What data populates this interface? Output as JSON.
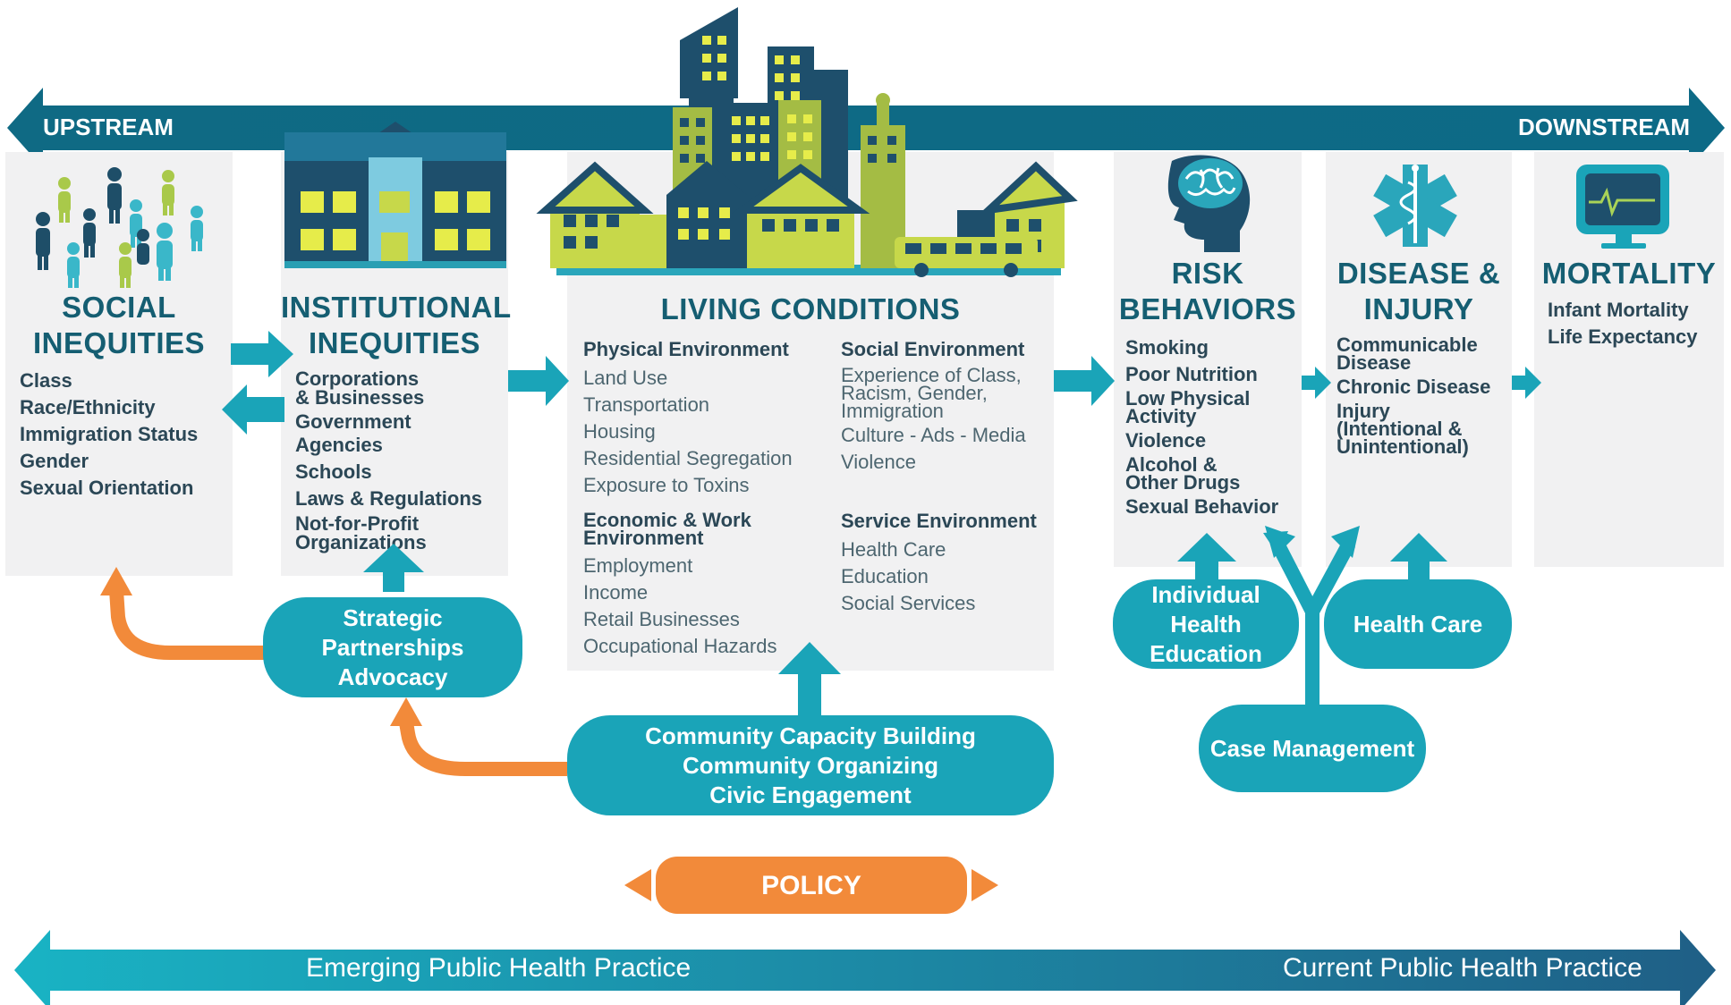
{
  "band": {
    "upstream": "UPSTREAM",
    "downstream": "DOWNSTREAM"
  },
  "social": {
    "title_line1": "SOCIAL",
    "title_line2": "INEQUITIES",
    "items": [
      "Class",
      "Race/Ethnicity",
      "Immigration Status",
      "Gender",
      "Sexual Orientation"
    ]
  },
  "institutional": {
    "title_line1": "INSTITUTIONAL",
    "title_line2": "INEQUITIES",
    "items": [
      "Corporations & Businesses",
      "Government Agencies",
      "Schools",
      "Laws & Regulations",
      "Not-for-Profit Organizations"
    ]
  },
  "living": {
    "title": "LIVING CONDITIONS",
    "physical": {
      "heading": "Physical Environment",
      "items": [
        "Land Use",
        "Transportation",
        "Housing",
        "Residential Segregation",
        "Exposure to Toxins"
      ]
    },
    "economic": {
      "heading": "Economic & Work Environment",
      "items": [
        "Employment",
        "Income",
        "Retail Businesses",
        "Occupational Hazards"
      ]
    },
    "social_env": {
      "heading": "Social Environment",
      "items": [
        "Experience of Class, Racism, Gender, Immigration",
        "Culture - Ads - Media",
        "Violence"
      ]
    },
    "service": {
      "heading": "Service Environment",
      "items": [
        "Health Care",
        "Education",
        "Social Services"
      ]
    }
  },
  "risk": {
    "title_line1": "RISK",
    "title_line2": "BEHAVIORS",
    "items": [
      "Smoking",
      "Poor Nutrition",
      "Low Physical Activity",
      "Violence",
      "Alcohol & Other Drugs",
      "Sexual Behavior"
    ]
  },
  "disease": {
    "title_line1": "DISEASE &",
    "title_line2": "INJURY",
    "items": [
      "Communicable Disease",
      "Chronic Disease",
      "Injury (Intentional & Unintentional)"
    ]
  },
  "mortality": {
    "title": "MORTALITY",
    "items": [
      "Infant Mortality",
      "Life Expectancy"
    ]
  },
  "interventions": {
    "strategic": [
      "Strategic",
      "Partnerships",
      "Advocacy"
    ],
    "community": [
      "Community Capacity Building",
      "Community Organizing",
      "Civic Engagement"
    ],
    "individual": [
      "Individual Health",
      "Education"
    ],
    "health_care": "Health Care",
    "case_management": "Case Management",
    "policy": "POLICY"
  },
  "practice": {
    "emerging": "Emerging Public Health Practice",
    "current": "Current Public Health Practice"
  },
  "icons": [
    "people-icon",
    "school-building-icon",
    "city-skyline-icon",
    "brain-head-icon",
    "medical-star-icon",
    "heart-monitor-icon"
  ],
  "colors": {
    "teal_dark": "#0b6d85",
    "teal": "#1aa4b8",
    "orange": "#f28a3a",
    "panel": "#f1f1f2",
    "building_yellow": "#c7d84a"
  }
}
